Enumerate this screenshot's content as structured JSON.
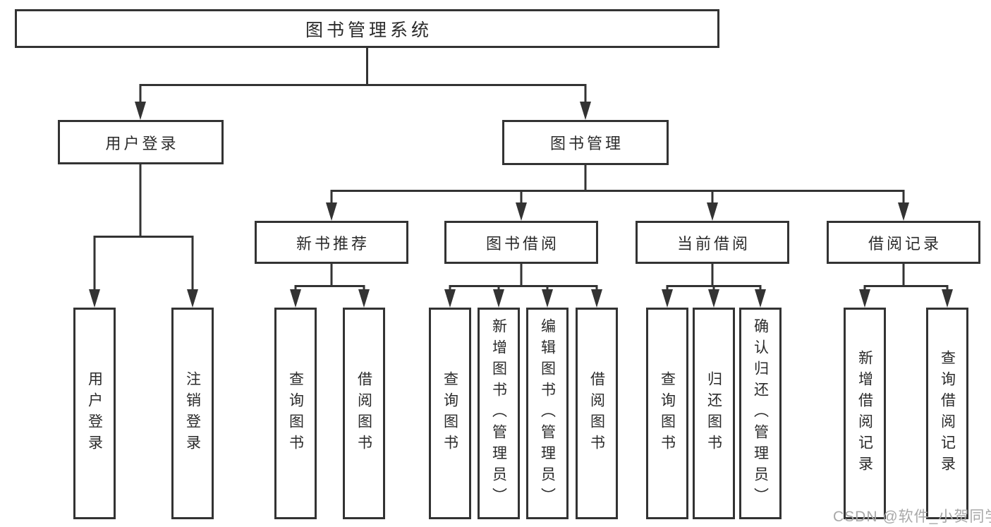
{
  "page": {
    "background_color": "#ffffff",
    "line_color": "#333333",
    "text_color": "#2b2b2b",
    "watermark_color": "#a8a8a8"
  },
  "tree": {
    "root": {
      "label": "图书管理系统"
    },
    "branches": [
      {
        "label": "用户登录",
        "children": [
          {
            "label": "用户登录"
          },
          {
            "label": "注销登录"
          }
        ]
      },
      {
        "label": "图书管理",
        "children": [
          {
            "label": "新书推荐",
            "children": [
              {
                "label": "查询图书"
              },
              {
                "label": "借阅图书"
              }
            ]
          },
          {
            "label": "图书借阅",
            "children": [
              {
                "label": "查询图书"
              },
              {
                "label": "新增图书（管理员）"
              },
              {
                "label": "编辑图书（管理员）"
              },
              {
                "label": "借阅图书"
              }
            ]
          },
          {
            "label": "当前借阅",
            "children": [
              {
                "label": "查询图书"
              },
              {
                "label": "归还图书"
              },
              {
                "label": "确认归还（管理员）"
              }
            ]
          },
          {
            "label": "借阅记录",
            "children": [
              {
                "label": "新增借阅记录"
              },
              {
                "label": "查询借阅记录"
              }
            ]
          }
        ]
      }
    ]
  },
  "watermark": {
    "text": "CSDN @软件_小贺同学"
  }
}
